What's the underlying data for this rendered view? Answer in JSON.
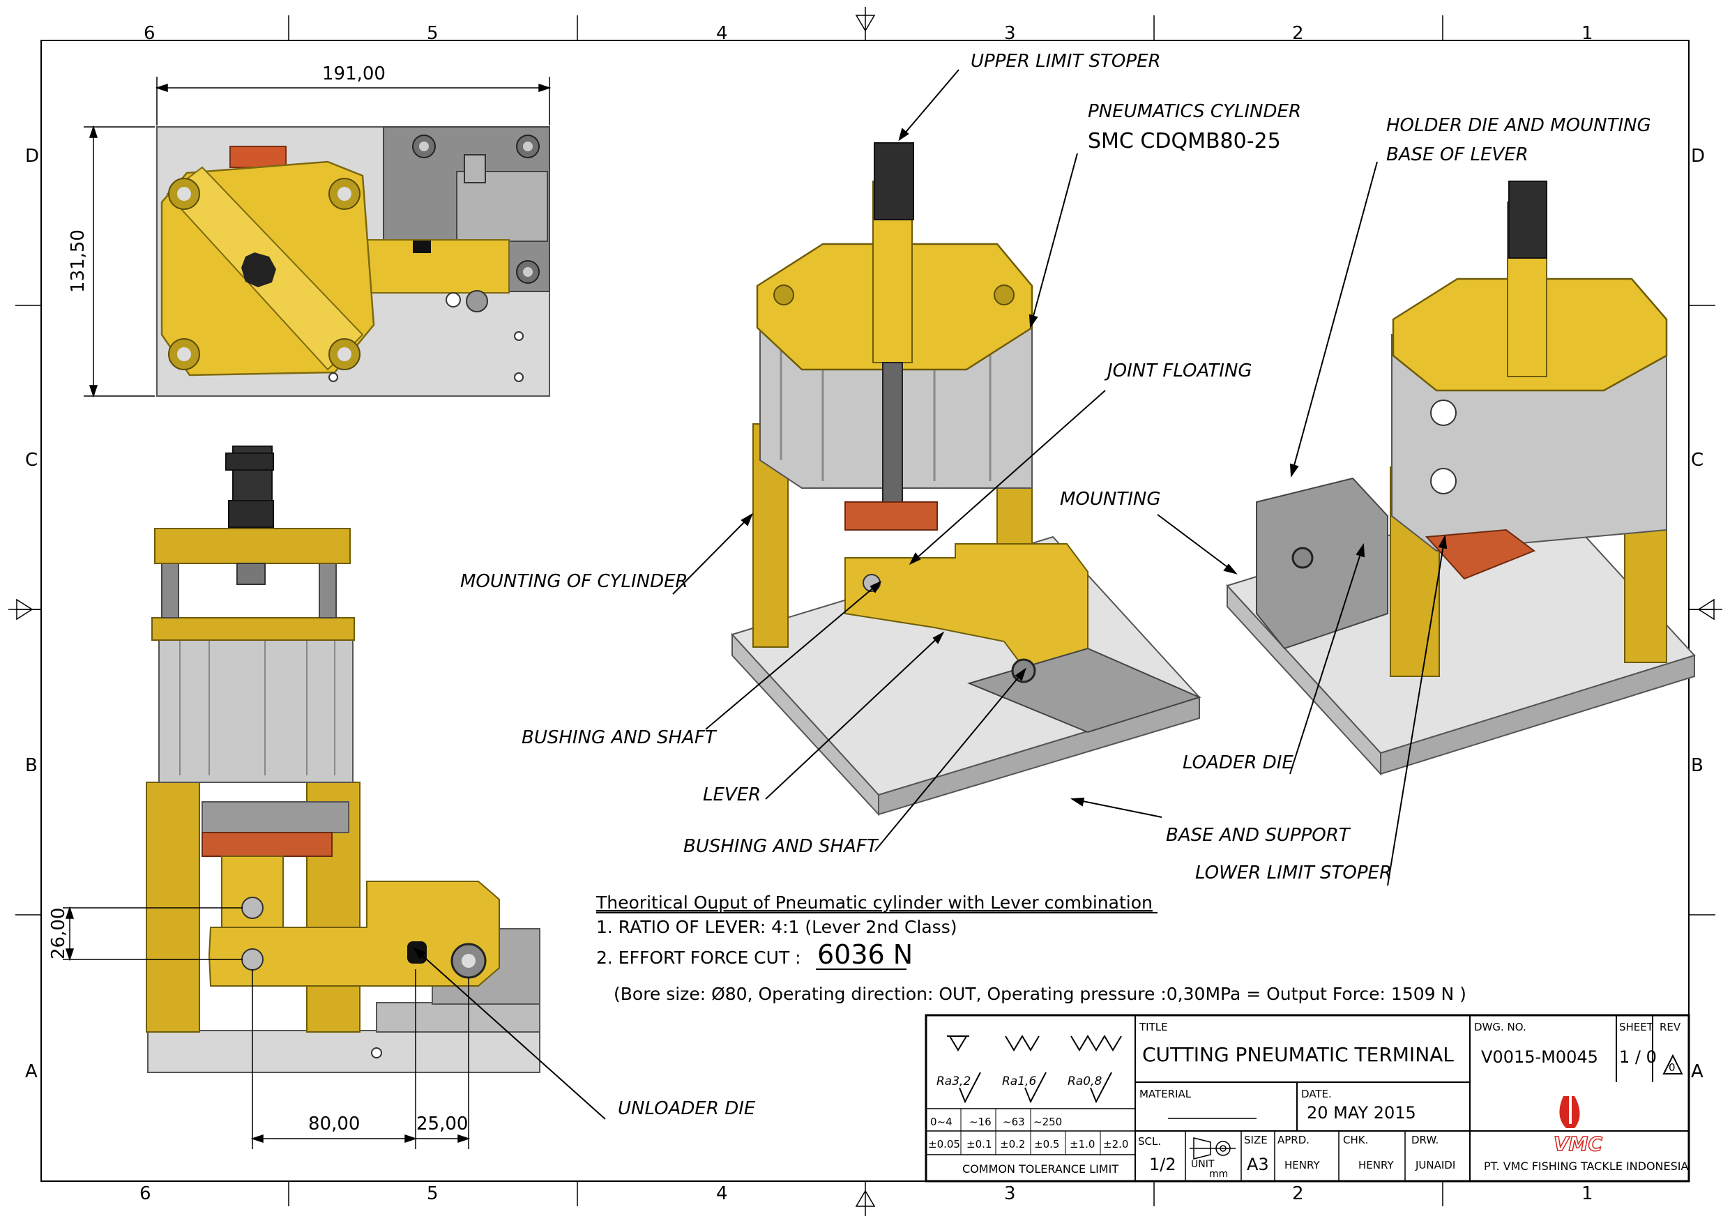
{
  "zones": {
    "columns": [
      "6",
      "5",
      "4",
      "3",
      "2",
      "1"
    ],
    "rows": [
      "D",
      "C",
      "B",
      "A"
    ]
  },
  "dimensions": {
    "top_width": "191,00",
    "top_height": "131,50",
    "side_vertical": "26,00",
    "side_horiz_1": "80,00",
    "side_horiz_2": "25,00"
  },
  "callouts": {
    "upper_limit_stoper": "UPPER LIMIT STOPER",
    "pneumatics_cylinder": "PNEUMATICS CYLINDER",
    "cylinder_model": "SMC CDQMB80-25",
    "holder_die_line1": "HOLDER DIE AND MOUNTING",
    "holder_die_line2": "BASE OF LEVER",
    "joint_floating": "JOINT FLOATING",
    "mounting": "MOUNTING",
    "mounting_of_cylinder": "MOUNTING OF CYLINDER",
    "bushing_and_shaft_1": "BUSHING AND SHAFT",
    "lever": "LEVER",
    "bushing_and_shaft_2": "BUSHING AND SHAFT",
    "loader_die": "LOADER DIE",
    "base_and_support": "BASE AND SUPPORT",
    "lower_limit_stoper": "LOWER LIMIT STOPER",
    "unloader_die": "UNLOADER DIE"
  },
  "notes": {
    "heading": "Theoritical Ouput of Pneumatic cylinder with Lever combination",
    "line1": "1. RATIO OF LEVER: 4:1 (Lever 2nd Class)",
    "line2_prefix": "2. EFFORT FORCE CUT :",
    "line2_value": "6036 N",
    "line3": "(Bore size: Ø80, Operating direction: OUT, Operating pressure :0,30MPa = Output Force: 1509 N )"
  },
  "title_block": {
    "title_label": "TITLE",
    "title": "CUTTING PNEUMATIC TERMINAL",
    "dwg_no_label": "DWG. NO.",
    "dwg_no": "V0015-M0045",
    "sheet_label": "SHEET",
    "sheet": "1 / 0",
    "rev_label": "REV",
    "rev": "0",
    "material_label": "MATERIAL",
    "date_label": "DATE.",
    "date": "20 MAY 2015",
    "scl_label": "SCL.",
    "scl": "1/2",
    "unit_label": "UNIT",
    "unit": "mm",
    "size_label": "SIZE",
    "size": "A3",
    "aprd_label": "APRD.",
    "aprd": "HENRY",
    "chk_label": "CHK.",
    "chk": "HENRY",
    "drw_label": "DRW.",
    "drw": "JUNAIDI",
    "company": "PT. VMC FISHING TACKLE INDONESIA",
    "logo_text": "VMC",
    "roughness": [
      "Ra3,2",
      "Ra1,6",
      "Ra0,8"
    ],
    "tolerance_ranges": [
      "0~4",
      "~16",
      "~63",
      "~250"
    ],
    "tolerance_values": [
      "±0.05",
      "±0.1",
      "±0.2",
      "±0.5",
      "±1.0",
      "±2.0"
    ],
    "tolerance_caption": "COMMON TOLERANCE LIMIT"
  },
  "colors": {
    "yellow": "#e8c22e",
    "yellow_dark": "#b89a1c",
    "grey": "#a9a9a9",
    "grey_dark": "#6e6e6e",
    "grey_light": "#d8d8d8",
    "copper": "#d0582a",
    "logo_red": "#d7261e"
  }
}
